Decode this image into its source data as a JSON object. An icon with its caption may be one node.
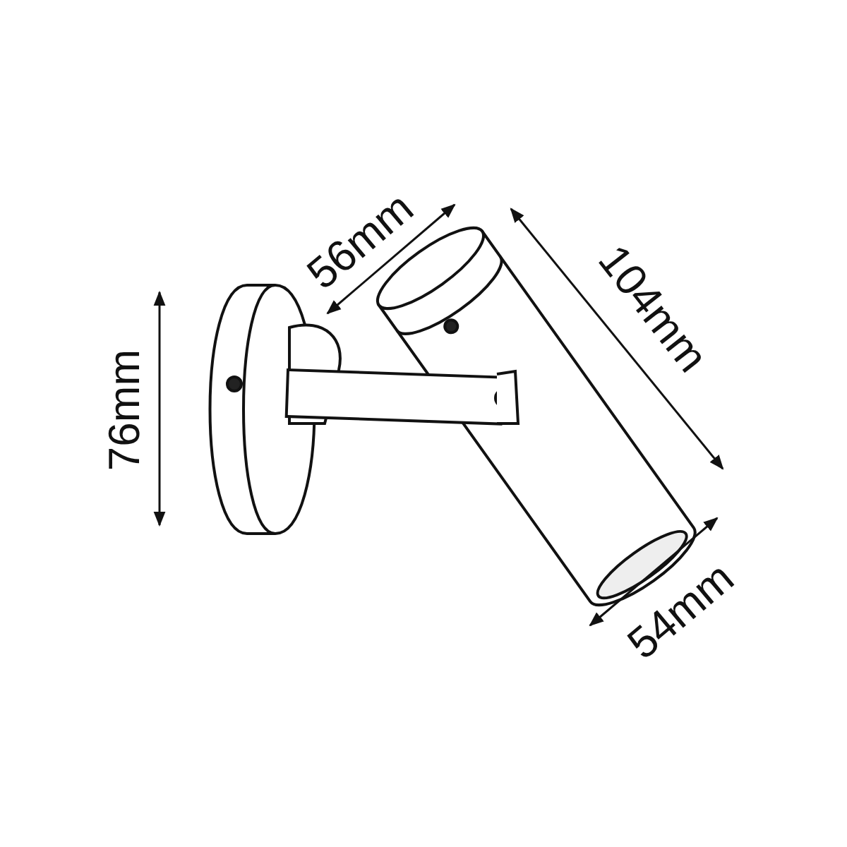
{
  "diagram": {
    "labels": [
      "56mm",
      "104mm",
      "76mm",
      "54mm"
    ]
  }
}
